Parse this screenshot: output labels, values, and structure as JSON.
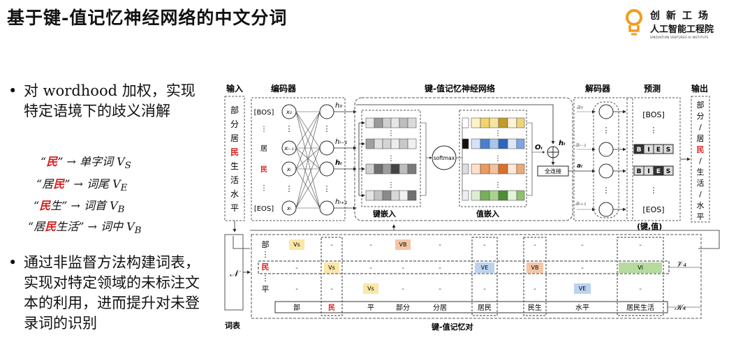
{
  "slide": {
    "title": "基于键-值记忆神经网络的中文分词"
  },
  "logo": {
    "line1": "创新工场",
    "line2": "人工智能工程院",
    "line3": "SINOVATION VENTURES AI INSTITUTE"
  },
  "bullets": [
    {
      "text": "对 wordhood 加权，实现特定语境下的歧义消解"
    },
    {
      "text": "通过非监督方法构建词表，实现对特定领域的未标注文本的利用，进而提升对未登录词的识别"
    }
  ],
  "examples": [
    {
      "q1": "“",
      "pre": "",
      "red": "民",
      "post": "",
      "q2": "”",
      "desc": "→ 单字词 ",
      "v": "V",
      "sub": "S"
    },
    {
      "q1": "“",
      "pre": "居",
      "red": "民",
      "post": "",
      "q2": "”",
      "desc": "→ 词尾 ",
      "v": "V",
      "sub": "E"
    },
    {
      "q1": "“",
      "pre": "",
      "red": "民",
      "post": "生",
      "q2": "”",
      "desc": "→ 词首 ",
      "v": "V",
      "sub": "B"
    },
    {
      "q1": "“",
      "pre": "居",
      "red": "民",
      "post": "生活",
      "q2": "”",
      "desc": "→ 词中 ",
      "v": "V",
      "sub": "B"
    }
  ],
  "diagram": {
    "input_label": "输入",
    "input_chars": [
      "部",
      "分",
      "居",
      "民",
      "生",
      "活",
      "水",
      "平"
    ],
    "encoder_label": "编码器",
    "encoder_tokens": [
      "[BOS]",
      "⋮",
      "居",
      "民",
      "⋮",
      "[EOS]"
    ],
    "encoder_x": [
      "x₀",
      "xᵢ₋₁",
      "xᵢ",
      "xₗ"
    ],
    "hidden": [
      "h₀",
      "hᵢ₋₁",
      "hᵢ",
      "hᵢ₊₁"
    ],
    "kvmn_label": "键-值记忆神经网络",
    "key_label": "键嵌入",
    "value_label": "值嵌入",
    "softmax": "softmax",
    "oi": "Oᵢ",
    "hi_out": "hᵢ",
    "fc_label": "全连接",
    "decoder_label": "解码器",
    "a": [
      "a₀",
      "aᵢ₋₁",
      "aᵢ",
      "aᵢ₊₁"
    ],
    "predict_label": "预测",
    "predict_bos": "[BOS]",
    "predict_eos": "[EOS]",
    "bies": [
      "B",
      "I",
      "E",
      "S"
    ],
    "kv_pair_label": "(键,值)",
    "output_label": "输出",
    "output_chars": [
      "部",
      "分",
      "/",
      "居",
      "民",
      "/",
      "生",
      "活",
      "/",
      "水",
      "平"
    ],
    "lexicon_label": "词表",
    "lexicon_N": "𝒩",
    "memory_label": "键-值记忆对",
    "row_chars": [
      "部",
      "⋮",
      "民",
      "⋮",
      "平"
    ],
    "dash": "-",
    "tags": {
      "vs": "Vs",
      "vb": "VB",
      "ve": "VE",
      "vi": "VI"
    },
    "V4": "𝒱₄",
    "K4": "𝒦₄",
    "words": [
      "部",
      "民",
      "平",
      "部分",
      "分居",
      "居民",
      "民生",
      "水平",
      "居民生活"
    ]
  }
}
